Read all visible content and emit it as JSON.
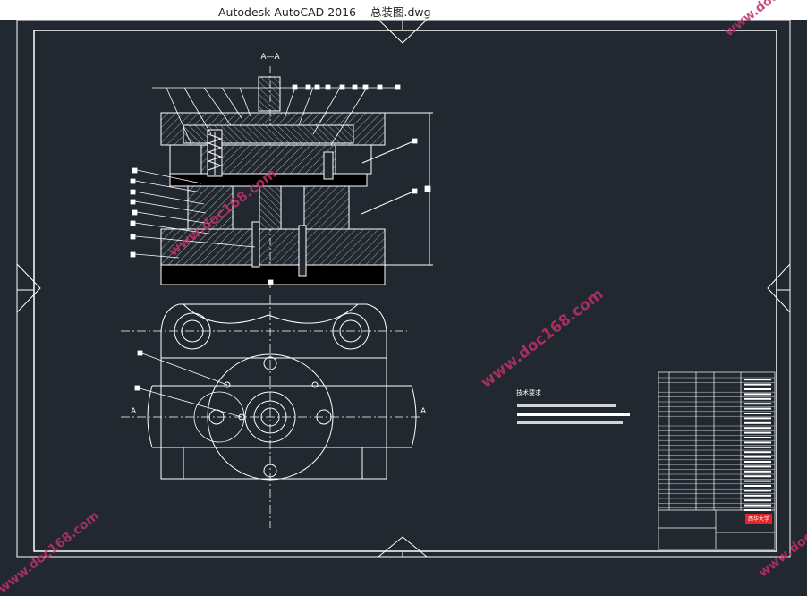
{
  "window": {
    "app_name": "Autodesk AutoCAD 2016",
    "file_name": "总装图.dwg"
  },
  "drawing": {
    "section_label": "A—A",
    "cut_label_left": "A",
    "cut_label_right": "A",
    "tech_title": "技术要求",
    "title_block_badge": "西华大学",
    "colors": {
      "background": "#212830",
      "linework": "#ffffff",
      "hatch": "#c8c8c8",
      "badge": "#e0262a"
    }
  },
  "watermark": {
    "text": "www.doc168.com",
    "color": "#c0306a"
  }
}
